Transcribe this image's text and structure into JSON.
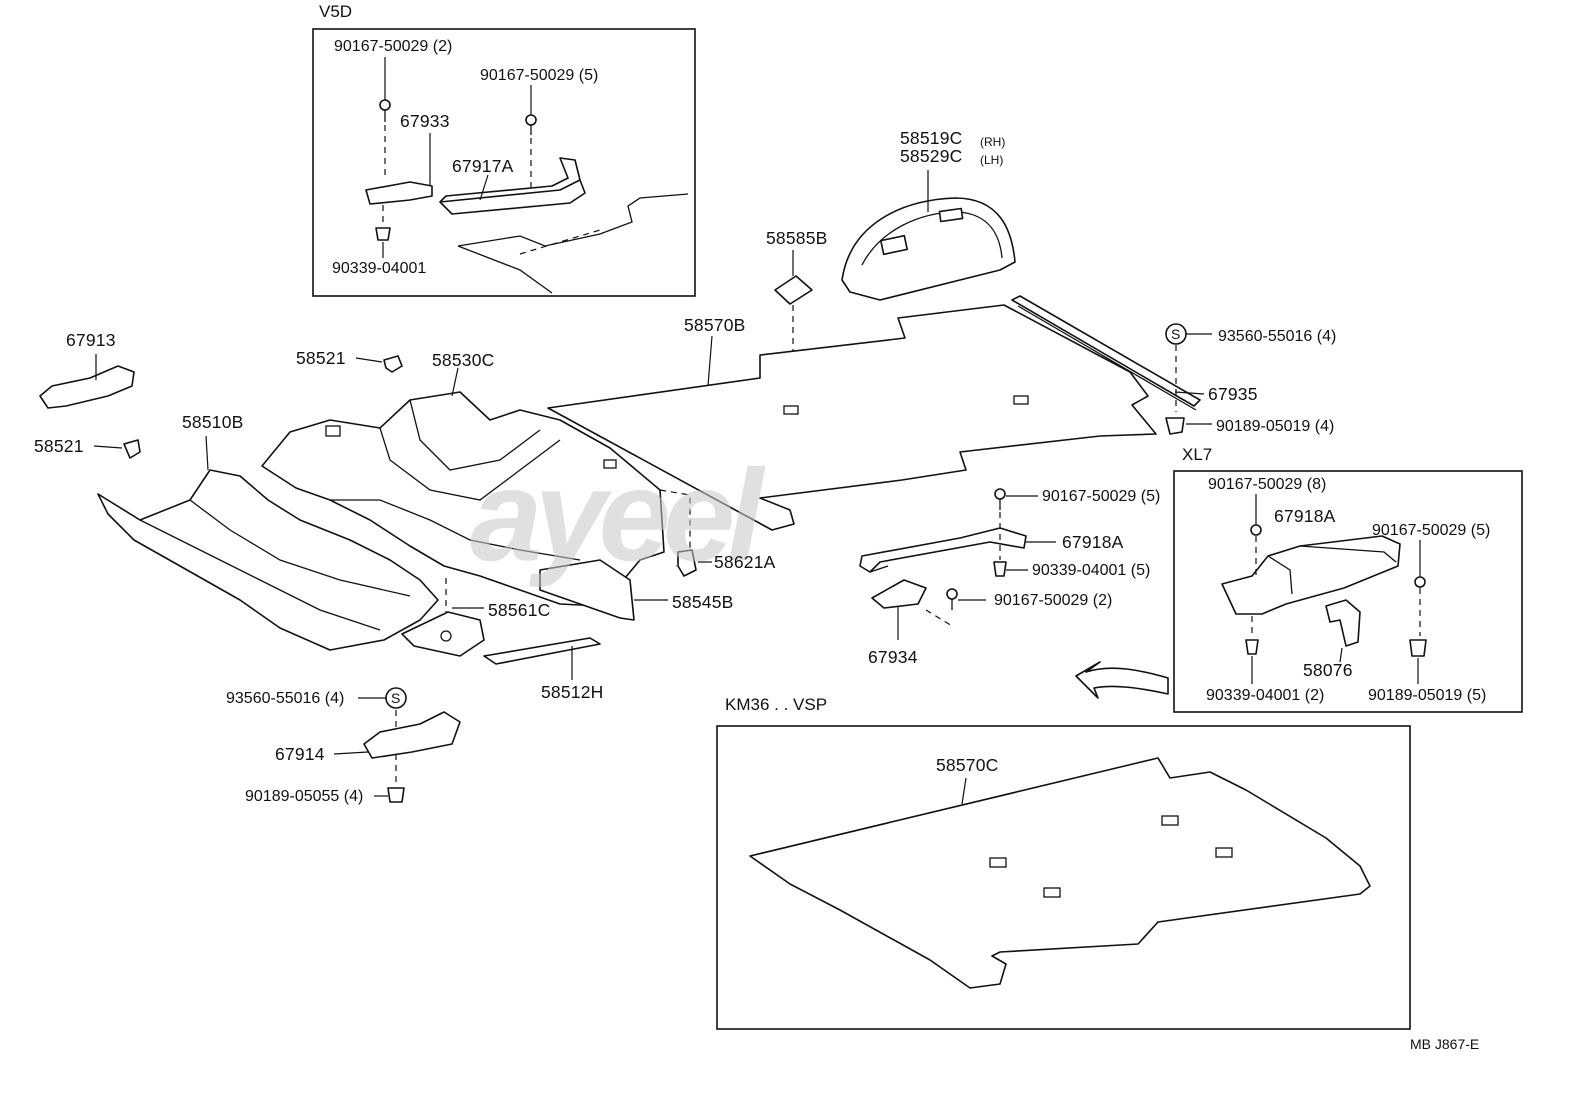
{
  "watermark": "ayeel",
  "diagram_code": "MB  J867-E",
  "boxes": {
    "v5d": {
      "title": "V5D"
    },
    "xl7": {
      "title": "XL7"
    },
    "km36": {
      "title": "KM36 . . VSP"
    }
  },
  "labels": {
    "v5d_screw_a": "90167-50029 (2)",
    "v5d_screw_b": "90167-50029 (5)",
    "v5d_p67933": "67933",
    "v5d_p67917a": "67917A",
    "v5d_clip": "90339-04001",
    "p58519c": "58519C",
    "p58519c_side": "(RH)",
    "p58529c": "58529C",
    "p58529c_side": "(LH)",
    "p58585b": "58585B",
    "p58570b": "58570B",
    "p67913": "67913",
    "p58521_a": "58521",
    "p58530c": "58530C",
    "p58510b": "58510B",
    "p58521_b": "58521",
    "p93560_a": "93560-55016 (4)",
    "p67935": "67935",
    "p90189_a": "90189-05019 (4)",
    "p90167_c": "90167-50029 (5)",
    "p67918a": "67918A",
    "p90339_b": "90339-04001 (5)",
    "p90167_d": "90167-50029 (2)",
    "p67934": "67934",
    "p58621a": "58621A",
    "p58545b": "58545B",
    "p58561c": "58561C",
    "p58512h": "58512H",
    "p93560_b": "93560-55016 (4)",
    "p67914": "67914",
    "p90189_b": "90189-05055 (4)",
    "xl7_screw_a": "90167-50029 (8)",
    "xl7_p67918a": "67918A",
    "xl7_screw_b": "90167-50029 (5)",
    "xl7_p58076": "58076",
    "xl7_clip": "90339-04001 (2)",
    "xl7_nut": "90189-05019 (5)",
    "km36_p58570c": "58570C",
    "s_mark": "S"
  }
}
